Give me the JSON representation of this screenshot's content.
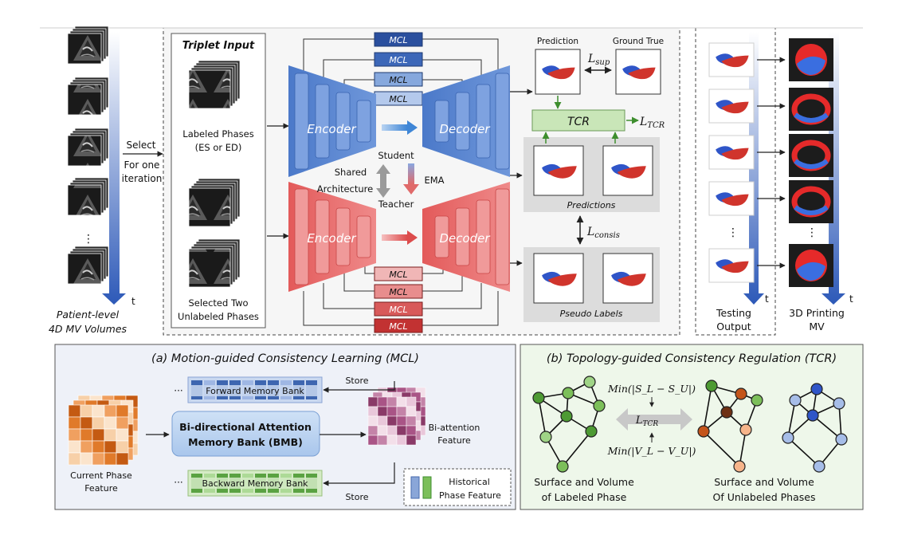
{
  "left_inputs": {
    "caption_line1": "Patient-level",
    "caption_line2": "4D MV Volumes",
    "axis": "t",
    "ellipsis": "⋮"
  },
  "select_arrow": {
    "label": "Select",
    "sub1": "For one",
    "sub2": "iteration"
  },
  "triplet": {
    "title": "Triplet Input",
    "labeled_line1": "Labeled Phases",
    "labeled_line2": "(ES or ED)",
    "unlabeled_line1": "Selected Two",
    "unlabeled_line2": "Unlabeled Phases"
  },
  "network": {
    "mcl_label": "MCL",
    "encoder": "Encoder",
    "decoder": "Decoder",
    "student": "Student",
    "teacher": "Teacher",
    "ema": "EMA",
    "shared1": "Shared",
    "shared2": "Architecture"
  },
  "outputs": {
    "prediction": "Prediction",
    "ground_truth": "Ground True",
    "l_sup_main": "L",
    "l_sup_sub": "sup",
    "tcr": "TCR",
    "l_tcr_main": "L",
    "l_tcr_sub": "TCR",
    "predictions": "Predictions",
    "l_consis_main": "L",
    "l_consis_sub": "consis",
    "pseudo": "Pseudo Labels"
  },
  "testing": {
    "line1": "Testing",
    "line2": "Output",
    "axis": "t",
    "ellipsis": "⋮"
  },
  "printing": {
    "line1": "3D Printing",
    "line2": "MV",
    "axis": "t",
    "ellipsis": "⋮"
  },
  "panel_a": {
    "title": "(a) Motion-guided Consistency Learning (MCL)",
    "ellipsis": "···",
    "forward": "Forward Memory Bank",
    "backward": "Backward Memory Bank",
    "bmb_line1": "Bi-directional Attention",
    "bmb_line2": "Memory Bank (BMB)",
    "current1": "Current Phase",
    "current2": "Feature",
    "store": "Store",
    "biatt1": "Bi-attention",
    "biatt2": "Feature",
    "hist1": "Historical",
    "hist2": "Phase Feature"
  },
  "panel_b": {
    "title": "(b) Topology-guided Consistency Regulation (TCR)",
    "min_s": "Min(|S_L − S_U|)",
    "min_v": "Min(|V_L − V_U|)",
    "ltcr_main": "L",
    "ltcr_sub": "TCR",
    "labeled1": "Surface and Volume",
    "labeled2": "of Labeled Phase",
    "unlabeled1": "Surface and Volume",
    "unlabeled2": "Of Unlabeled Phases"
  },
  "colors": {
    "student_blue": "#4a78c8",
    "teacher_red": "#e05a5a",
    "tcr_green": "#c9e6b8",
    "panel_bg": "#eef1f8",
    "gray_box": "#dcdcdc"
  }
}
